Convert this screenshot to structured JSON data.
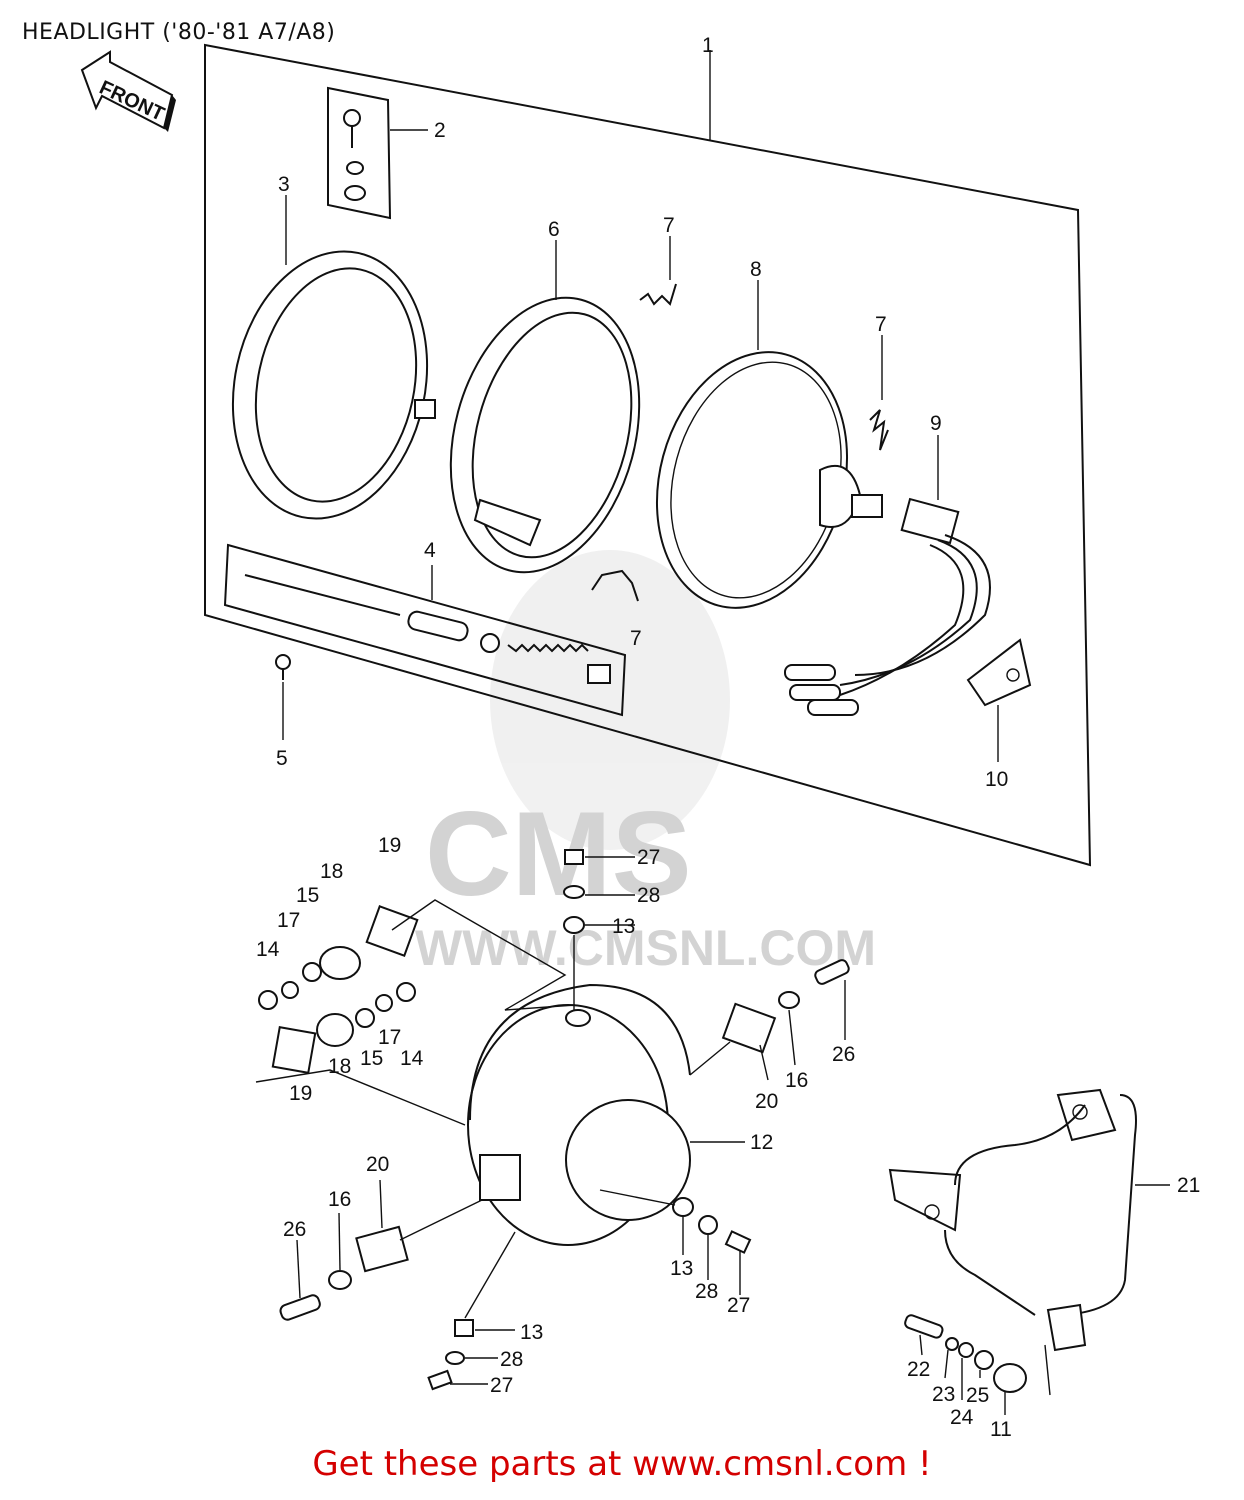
{
  "header": {
    "title": "HEADLIGHT ('80-'81 A7/A8)"
  },
  "front_badge": "FRONT",
  "watermark": {
    "brand": "CMS",
    "url": "WWW.CMSNL.COM"
  },
  "footer": {
    "cta": "Get these parts at www.cmsnl.com !"
  },
  "callouts": {
    "c1": "1",
    "c2": "2",
    "c3": "3",
    "c4": "4",
    "c5": "5",
    "c6": "6",
    "c7a": "7",
    "c7b": "7",
    "c7c": "7",
    "c8": "8",
    "c9": "9",
    "c10": "10",
    "c11": "11",
    "c12": "12",
    "c13a": "13",
    "c13b": "13",
    "c13c": "13",
    "c14a": "14",
    "c14b": "14",
    "c15a": "15",
    "c15b": "15",
    "c16a": "16",
    "c16b": "16",
    "c17a": "17",
    "c17b": "17",
    "c18a": "18",
    "c18b": "18",
    "c19a": "19",
    "c19b": "19",
    "c20a": "20",
    "c20b": "20",
    "c21": "21",
    "c22": "22",
    "c23": "23",
    "c24": "24",
    "c25": "25",
    "c26a": "26",
    "c26b": "26",
    "c27a": "27",
    "c27b": "27",
    "c27c": "27",
    "c28a": "28",
    "c28b": "28",
    "c28c": "28"
  }
}
